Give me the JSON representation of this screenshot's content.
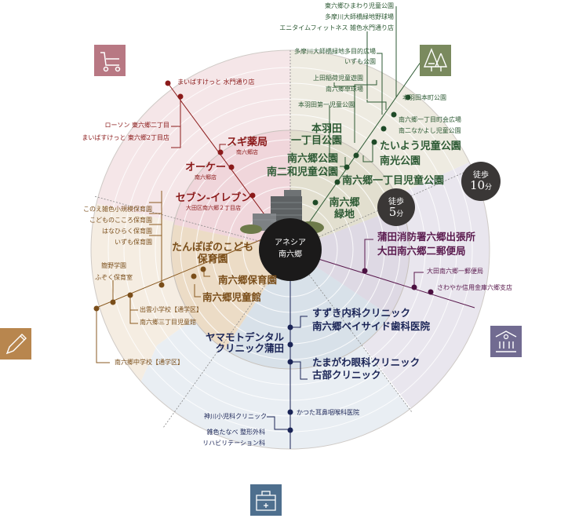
{
  "center": {
    "name_line1": "アネシア",
    "name_line2": "南六郷"
  },
  "walk_badges": {
    "five": {
      "label": "徒歩",
      "value": "5",
      "unit": "分"
    },
    "ten": {
      "label": "徒歩",
      "value": "10",
      "unit": "分"
    }
  },
  "colors": {
    "parks": "#7a8a5e",
    "shopping": "#b87883",
    "education": "#b8864e",
    "medical": "#4e6f8e",
    "public": "#716b91",
    "walk_badge": "#3a3736"
  },
  "categories": {
    "parks": {
      "icon": "trees-icon",
      "large": {
        "hanedaPark": [
          "本羽田",
          "一丁目公園"
        ],
        "minamirokugo_park": "南六郷公園",
        "minaminiwa": "南二和児童公園",
        "taiyo": "たいよう児童公園",
        "nanko": "南光公園",
        "rokugo1": "南六郷一丁目児童公園",
        "ryokuchi": [
          "南六郷",
          "緑地"
        ]
      },
      "small": {
        "himawari": "東六郷ひまわり児童公園",
        "tamagawa_baseball": "多摩川大師橋緑地野球場",
        "anytime": "エニタイムフィットネス 雑色水門通り店",
        "tamagawa_multi": "多摩川大師橋緑地多目的広場",
        "izumo": "いずも公園",
        "ueda": "上田稲荷児童遊園",
        "tabletennis": "南六郷卓球場",
        "hanedahoncho": "本羽田本町公園",
        "haneda1": "本羽田第一児童公園",
        "chokai": "南六郷一丁目町会広場",
        "nakayoshi": "南二なかよし児童公園"
      }
    },
    "shopping": {
      "icon": "shopping-cart-icon",
      "sugi": {
        "name": "スギ薬局",
        "branch": "南六郷店"
      },
      "ok": {
        "name": "オーケー",
        "branch": "南六郷店"
      },
      "seven": {
        "name": "セブン-イレブン",
        "branch": "大田区南六郷２丁目店"
      },
      "maibasuket_suimon": "まいばすけっと 水門通り店",
      "lawson": "ローソン 東六郷二丁目",
      "maibasuket_higashi": "まいばすけっと 東六郷2丁目店"
    },
    "education": {
      "icon": "pencil-icon",
      "tanpopo": [
        "たんぽぽのこども",
        "保育園"
      ],
      "rokugo_hoikuen": "南六郷保育園",
      "jidokan": "南六郷児童館",
      "konoe": "このえ雑色小規模保育園",
      "kodomo": "こどものこころ保育園",
      "hanahiraku": "はなひらく保育園",
      "izumo_hoiku": "いずも保育園",
      "tsutsuno": [
        "簡野学園",
        "ふぞく保育室"
      ],
      "izumo_elem": "出雲小学校【通学区】",
      "jidokan3": "南六郷三丁目児童館",
      "junior_high": "南六郷中学校【通学区】"
    },
    "medical": {
      "icon": "medical-kit-icon",
      "suzuki": "すずき内科クリニック",
      "bayside": "南六郷ベイサイド歯科医院",
      "yamamoto": [
        "ヤマモトデンタル",
        "クリニック蒲田"
      ],
      "tamagawa_eye": "たまがわ眼科クリニック",
      "furube": "古部クリニック",
      "katsuta": "かつた耳鼻咽喉科医院",
      "kamikawa": "神川小児科クリニック",
      "tanabe": [
        "雑色たなべ 整形外科",
        "リハビリテーション科"
      ]
    },
    "public": {
      "icon": "bank-building-icon",
      "fire": "蒲田消防署六郷出張所",
      "post2": "大田南六郷二郵便局",
      "post1": "大田南六郷一郵便局",
      "sawayaka": "さわやか信用金庫六郷支店"
    }
  }
}
